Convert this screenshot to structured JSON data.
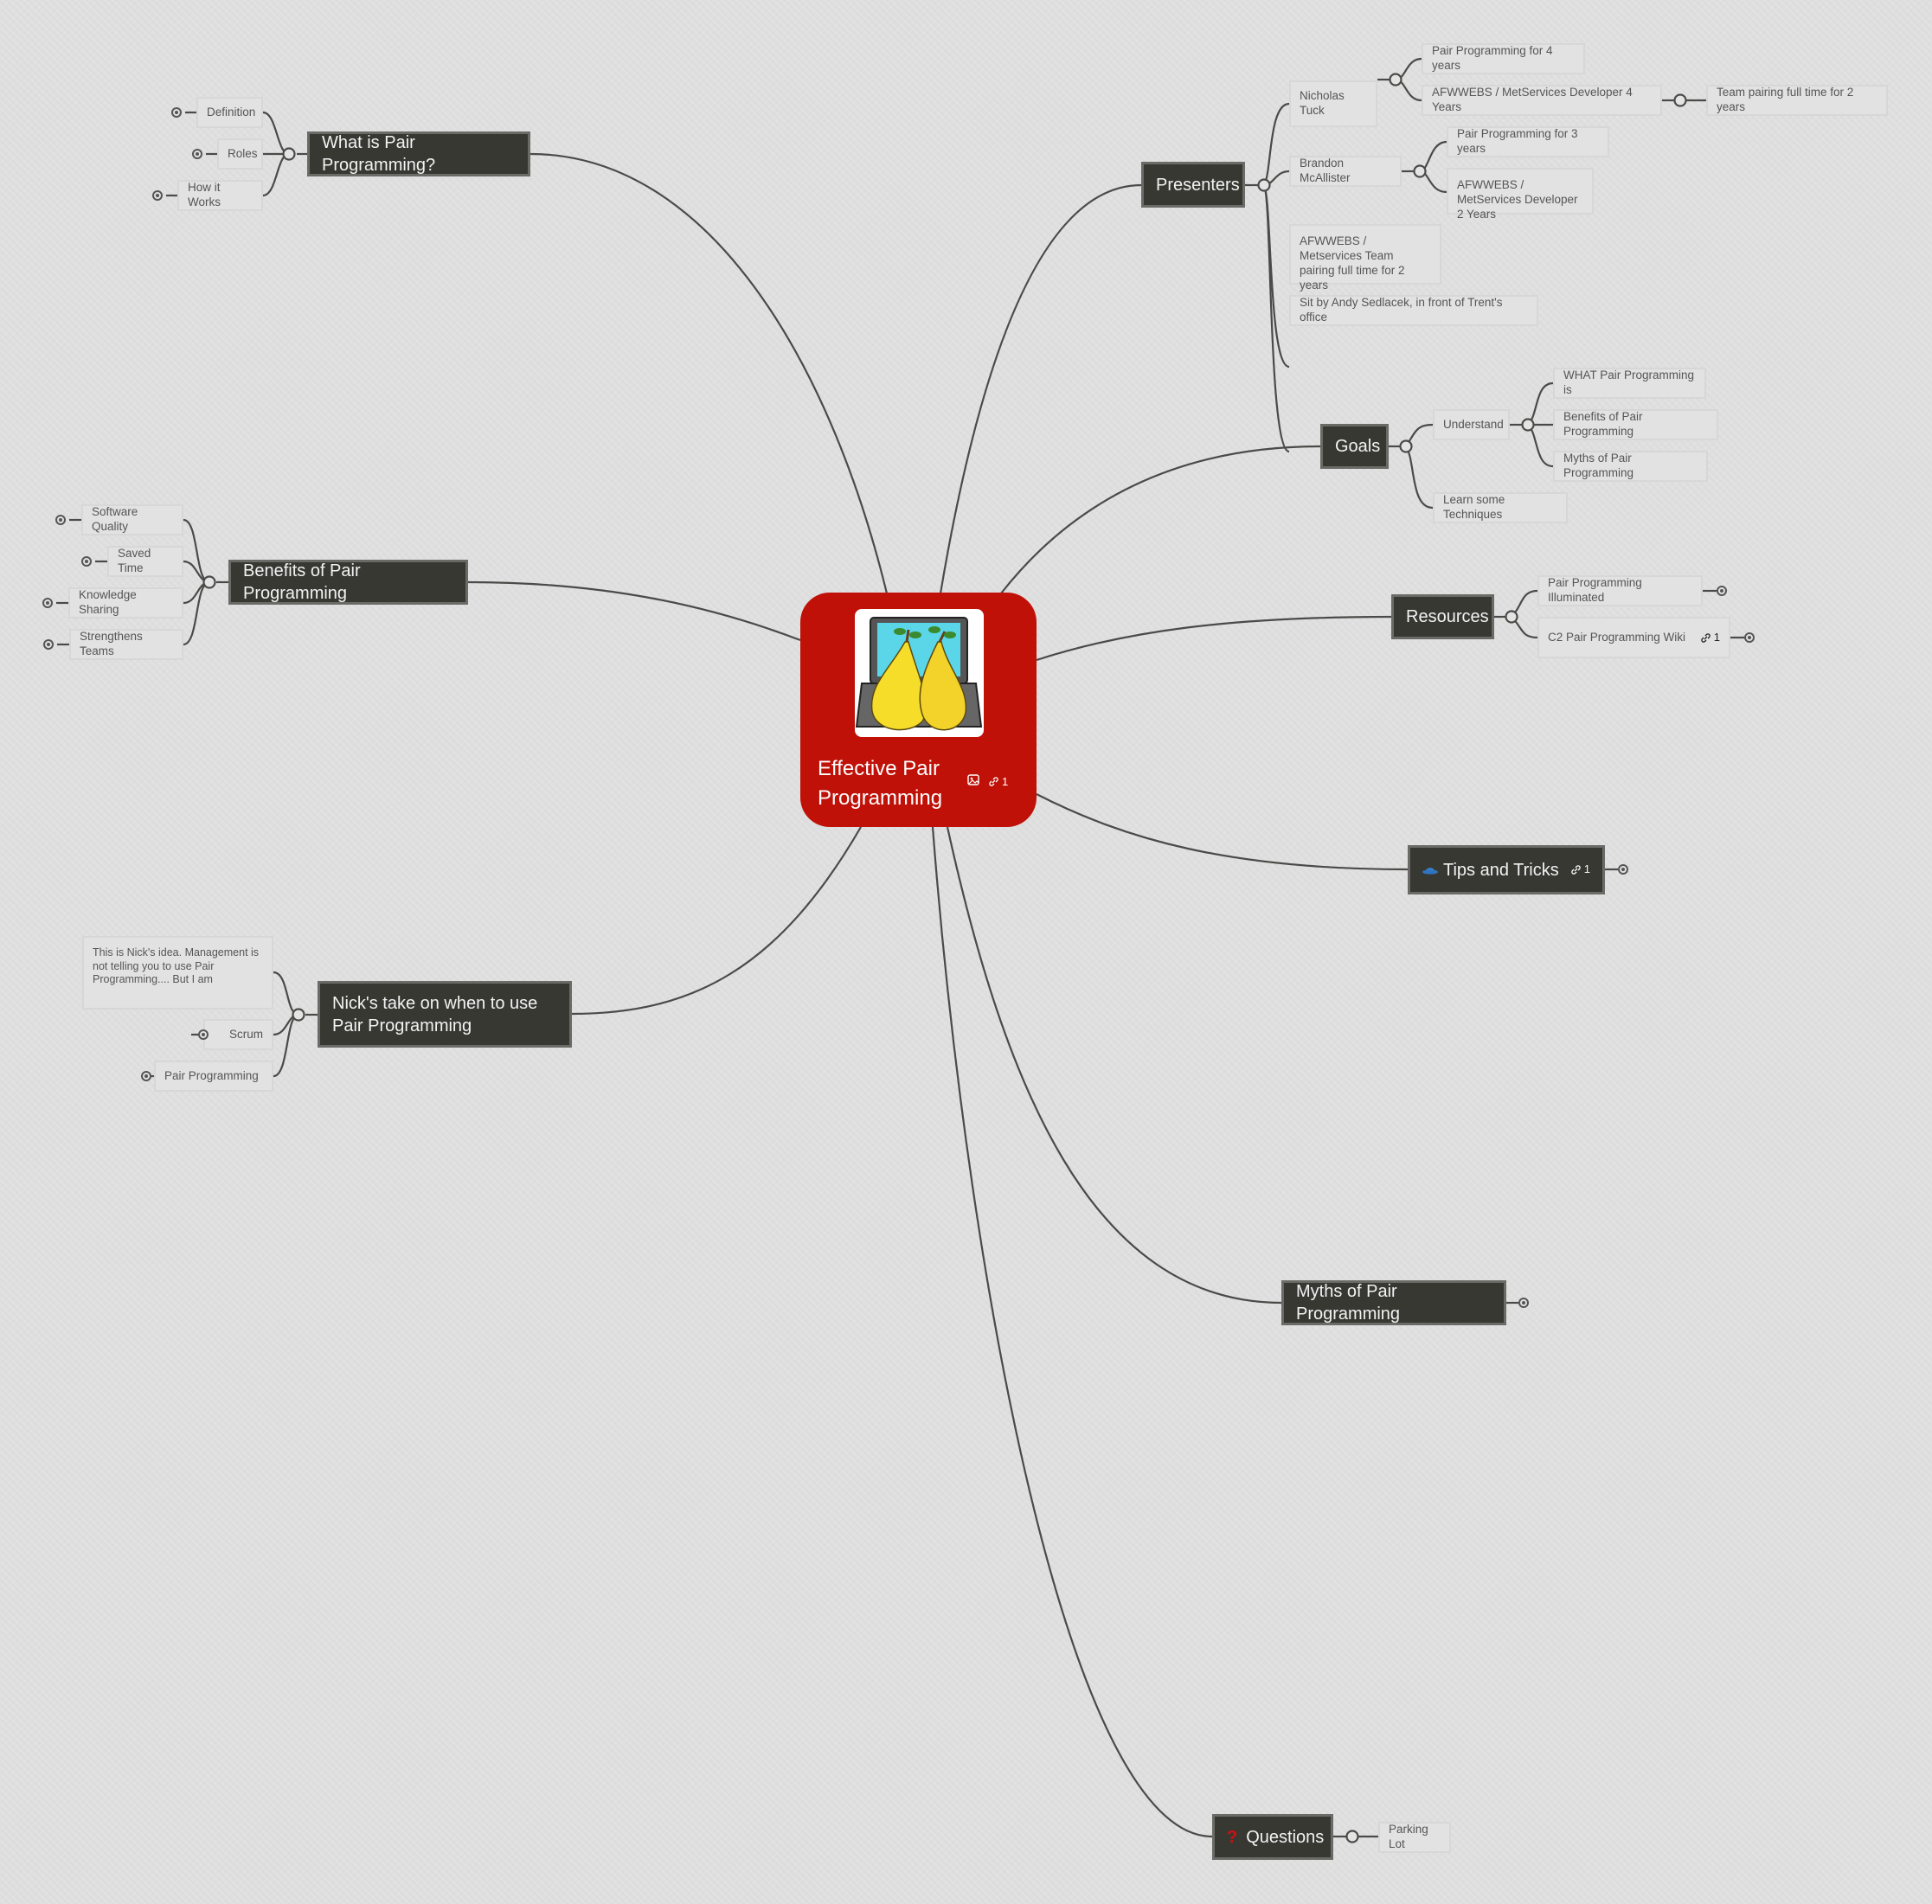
{
  "central": {
    "title_line1": "Effective Pair",
    "title_line2": "Programming",
    "image_icon": "image-icon",
    "link_icon": "link-icon",
    "link_count": "1",
    "color": "#bf1108"
  },
  "branches": {
    "what_is": {
      "label": "What is Pair Programming?",
      "children": [
        "Definition",
        "Roles",
        "How it Works"
      ]
    },
    "benefits": {
      "label": "Benefits of Pair Programming",
      "children": [
        "Software Quality",
        "Saved Time",
        "Knowledge Sharing",
        "Strengthens Teams"
      ]
    },
    "nicks_take": {
      "label": "Nick's take on when to use Pair Programming",
      "children": [
        "This is Nick's idea.  Management is not telling you to use Pair Programming.... But I am",
        "Scrum",
        "Pair Programming"
      ]
    },
    "presenters": {
      "label": "Presenters",
      "nicholas": {
        "label": "Nicholas Tuck",
        "children": [
          "Pair Programming for 4 years",
          "AFWWEBS / MetServices Developer 4 Years"
        ],
        "grandchild": "Team pairing full time for 2 years"
      },
      "brandon": {
        "label": "Brandon McAllister",
        "children": [
          "Pair Programming for 3 years",
          "AFWWEBS / MetServices Developer 2 Years"
        ]
      },
      "team": "AFWWEBS / Metservices Team pairing full time for 2 years",
      "location": "Sit by Andy Sedlacek, in front of Trent's office"
    },
    "goals": {
      "label": "Goals",
      "understand": {
        "label": "Understand",
        "children": [
          "WHAT Pair Programming is",
          "Benefits of Pair Programming",
          "Myths of Pair Programming"
        ]
      },
      "techniques": "Learn some Techniques"
    },
    "resources": {
      "label": "Resources",
      "children": [
        "Pair Programming Illuminated",
        "C2 Pair Programming Wiki"
      ],
      "wiki_link_count": "1"
    },
    "tips": {
      "label": "Tips and Tricks",
      "icon": "hat-icon",
      "link_count": "1"
    },
    "myths": {
      "label": "Myths of Pair Programming"
    },
    "questions": {
      "label": "Questions",
      "icon": "question-mark-icon",
      "children": [
        "Parking Lot"
      ]
    }
  },
  "colors": {
    "background": "#e0e0e0",
    "topic_fill": "#383833",
    "topic_border": "#6a6a66",
    "leaf_fill": "#e2e2e2",
    "connector": "#4a4a48",
    "question_mark": "#d01010",
    "hat": "#3a86d4"
  }
}
